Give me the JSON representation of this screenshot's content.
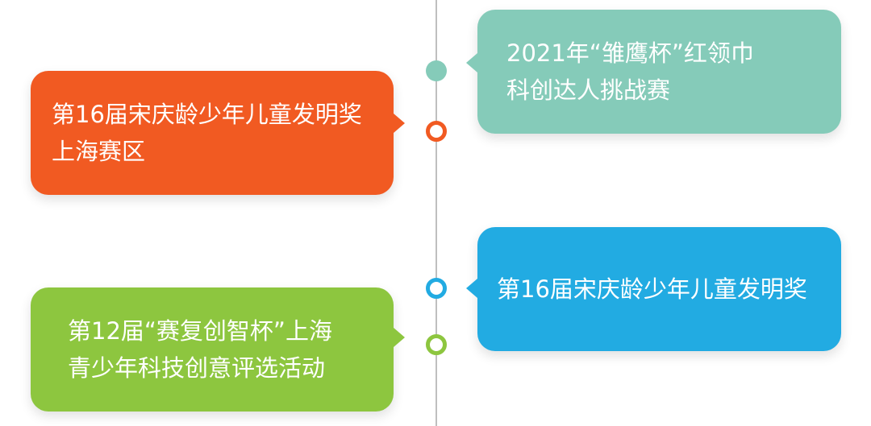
{
  "colors": {
    "teal": "#85cbb9",
    "orange": "#f15a22",
    "blue": "#22abe2",
    "green": "#8dc63f",
    "line": "#bfbfbf"
  },
  "events": [
    {
      "text": "2021年“雏鹰杯”红领巾\n科创达人挑战赛",
      "color": "teal"
    },
    {
      "text": "第16届宋庆龄少年儿童发明奖\n上海赛区",
      "color": "orange"
    },
    {
      "text": "第16届宋庆龄少年儿童发明奖",
      "color": "blue"
    },
    {
      "text": "第12届“赛复创智杯”上海\n青少年科技创意评选活动",
      "color": "green"
    }
  ]
}
